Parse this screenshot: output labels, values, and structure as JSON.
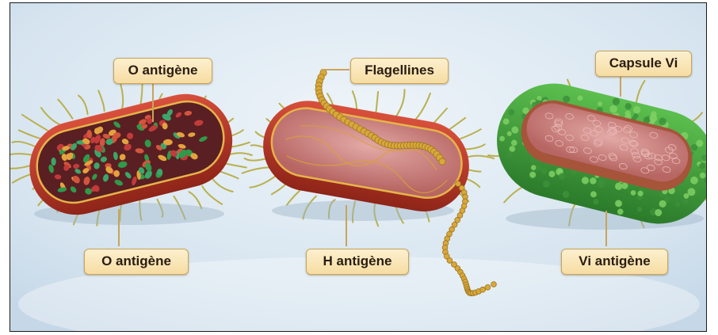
{
  "labels": {
    "o_antigen_top": "O antigène",
    "o_antigen_bottom": "O antigène",
    "flagellines": "Flagellines",
    "h_antigen": "H antigène",
    "capsule_vi": "Capsule Vi",
    "vi_antigen": "Vi antigène"
  },
  "colors": {
    "background": "#dde9f3",
    "label_fill": "#f8e4b2",
    "label_border": "#c9a45a",
    "cell_wall_red": "#b8342a",
    "cell_interior": "#c97a7a",
    "capsule_green": "#3f9a3a",
    "flagella": "#c9a23a"
  },
  "icons": {
    "bacterium_left": "rod-bacterium-o-antigen-icon",
    "bacterium_middle": "rod-bacterium-flagellated-icon",
    "bacterium_right": "rod-bacterium-capsule-icon"
  }
}
